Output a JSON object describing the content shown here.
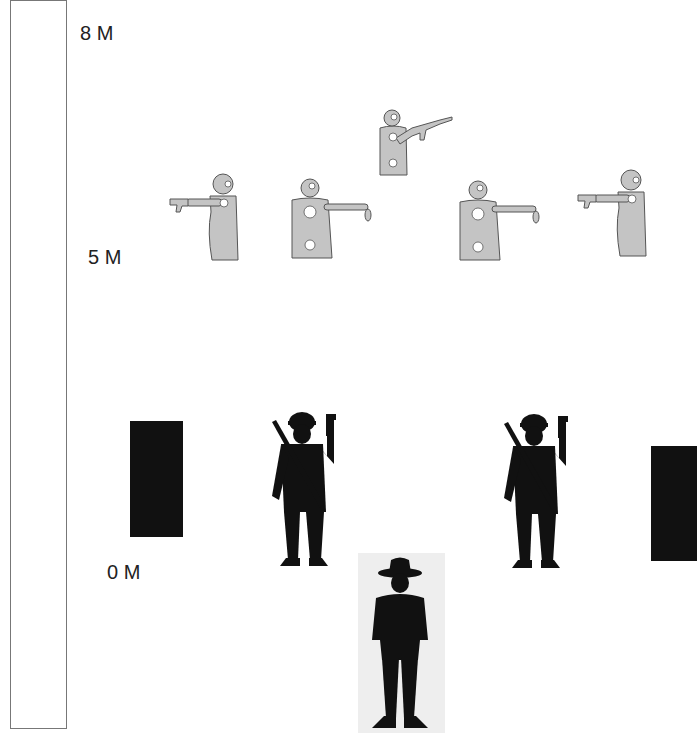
{
  "diagram": {
    "labels": [
      "8 M",
      "5 M",
      "0 M"
    ]
  }
}
